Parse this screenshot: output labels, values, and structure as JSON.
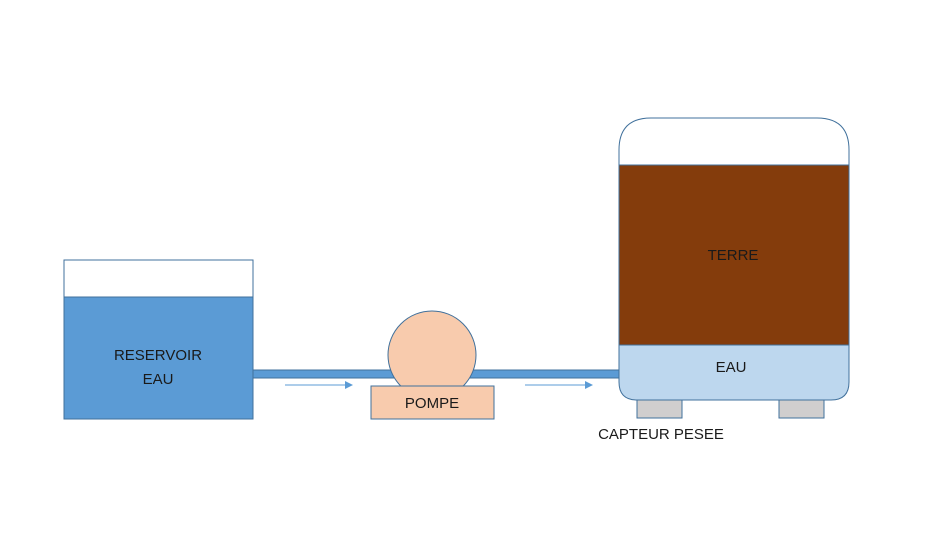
{
  "reservoir": {
    "label_line1": "RESERVOIR",
    "label_line2": "EAU"
  },
  "pump": {
    "label": "POMPE"
  },
  "tank": {
    "soil_label": "TERRE",
    "water_label": "EAU"
  },
  "sensor": {
    "label": "CAPTEUR PESEE"
  },
  "colors": {
    "reservoir_water": "#5b9bd5",
    "pipe": "#5b9bd5",
    "pump": "#f8cbad",
    "soil": "#843c0c",
    "tank_water": "#bdd7ee",
    "sensor_feet": "#d0cece",
    "outline": "#41719c"
  }
}
